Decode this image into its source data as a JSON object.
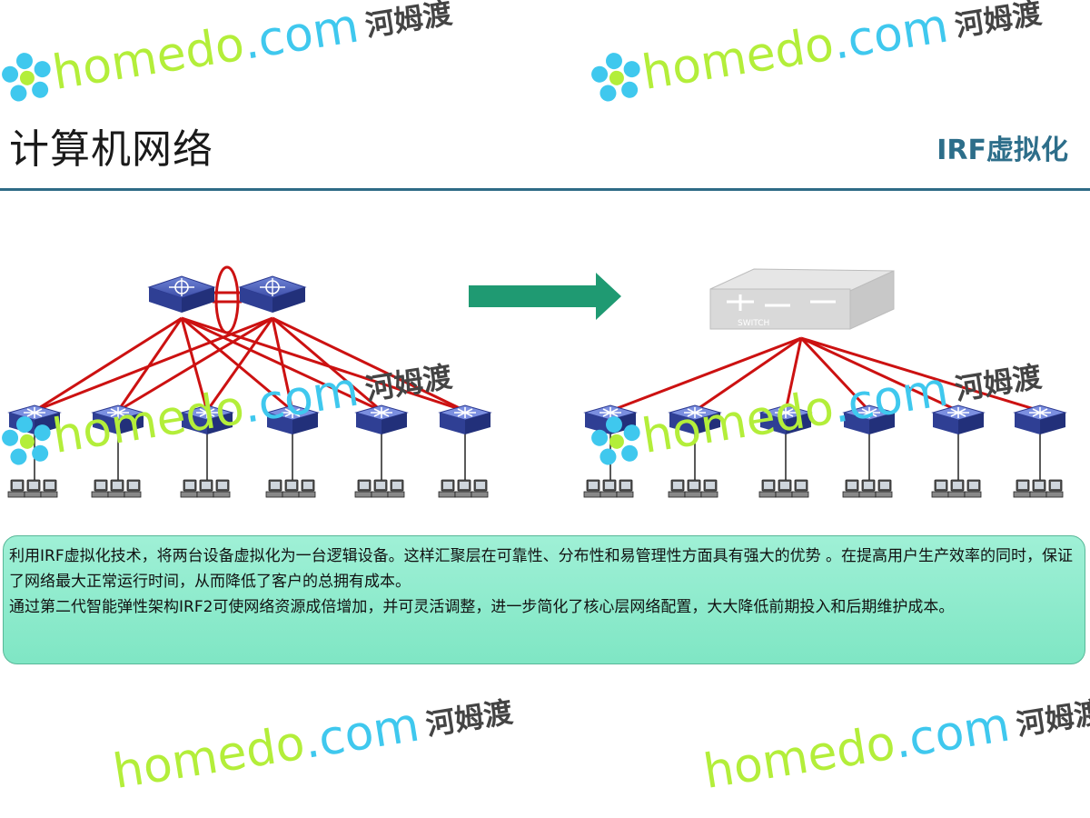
{
  "header": {
    "title": "计算机网络",
    "section_tag": "IRF虚拟化"
  },
  "diagram": {
    "switch_label": "SWITCH",
    "left_ring_color": "#cc1111",
    "link_color": "#cc1111",
    "arrow_color": "#1f9a72",
    "device_color": "#3c4da8"
  },
  "description": {
    "paragraph1": "利用IRF虚拟化技术，将两台设备虚拟化为一台逻辑设备。这样汇聚层在可靠性、分布性和易管理性方面具有强大的优势 。在提高用户生产效率的同时，保证了网络最大正常运行时间，从而降低了客户的总拥有成本。",
    "paragraph2": "通过第二代智能弹性架构IRF2可使网络资源成倍增加，并可灵活调整，进一步简化了核心层网络配置，大大降低前期投入和后期维护成本。"
  },
  "watermark": {
    "brand": "homedo",
    "domain": ".com",
    "chinese": "河姆渡"
  }
}
